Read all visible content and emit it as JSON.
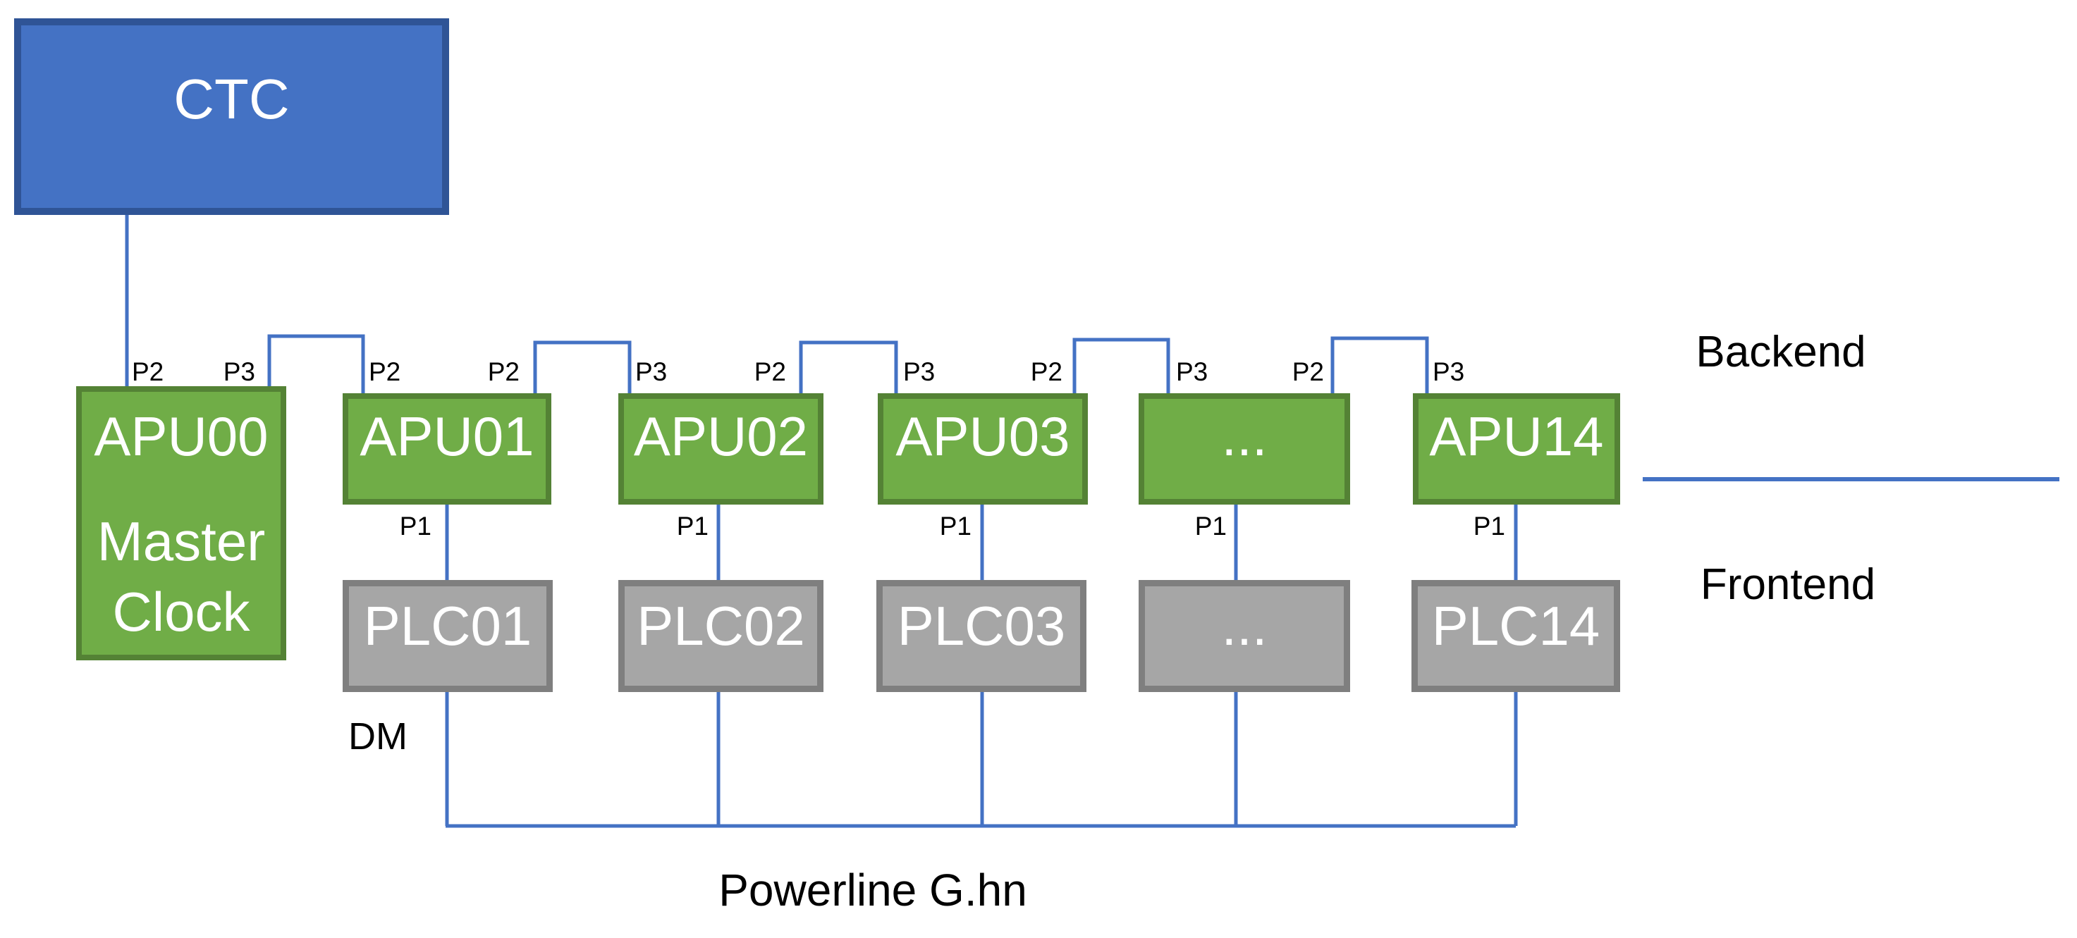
{
  "diagram": {
    "ctc": {
      "label": "CTC"
    },
    "apu00": {
      "title": "APU00",
      "subtitle": "Master\nClock",
      "port_left": "P2",
      "port_right": "P3"
    },
    "apu_row": [
      {
        "label": "APU01",
        "port_left": "P2",
        "port_right": "P2",
        "port_bottom": "P1"
      },
      {
        "label": "APU02",
        "port_left": "P3",
        "port_right": "P2",
        "port_bottom": "P1"
      },
      {
        "label": "APU03",
        "port_left": "P3",
        "port_right": "P2",
        "port_bottom": "P1"
      },
      {
        "label": "...",
        "port_left": "P3",
        "port_right": "P2",
        "port_bottom": "P1"
      },
      {
        "label": "APU14",
        "port_left": "P3",
        "port_bottom": "P1"
      }
    ],
    "plc_row": [
      {
        "label": "PLC01"
      },
      {
        "label": "PLC02"
      },
      {
        "label": "PLC03"
      },
      {
        "label": "..."
      },
      {
        "label": "PLC14"
      }
    ],
    "annotations": {
      "backend": "Backend",
      "frontend": "Frontend",
      "dm": "DM",
      "powerline_bus": "Powerline G.hn"
    },
    "colors": {
      "ctc_fill": "#4472C4",
      "ctc_border": "#2F5496",
      "apu_fill": "#70AD47",
      "apu_border": "#548235",
      "plc_fill": "#A6A6A6",
      "plc_border": "#7F7F7F",
      "connector_line": "#4472C4",
      "label_text": "#000000",
      "box_text": "#FFFFFF",
      "background": "#FFFFFF"
    }
  }
}
